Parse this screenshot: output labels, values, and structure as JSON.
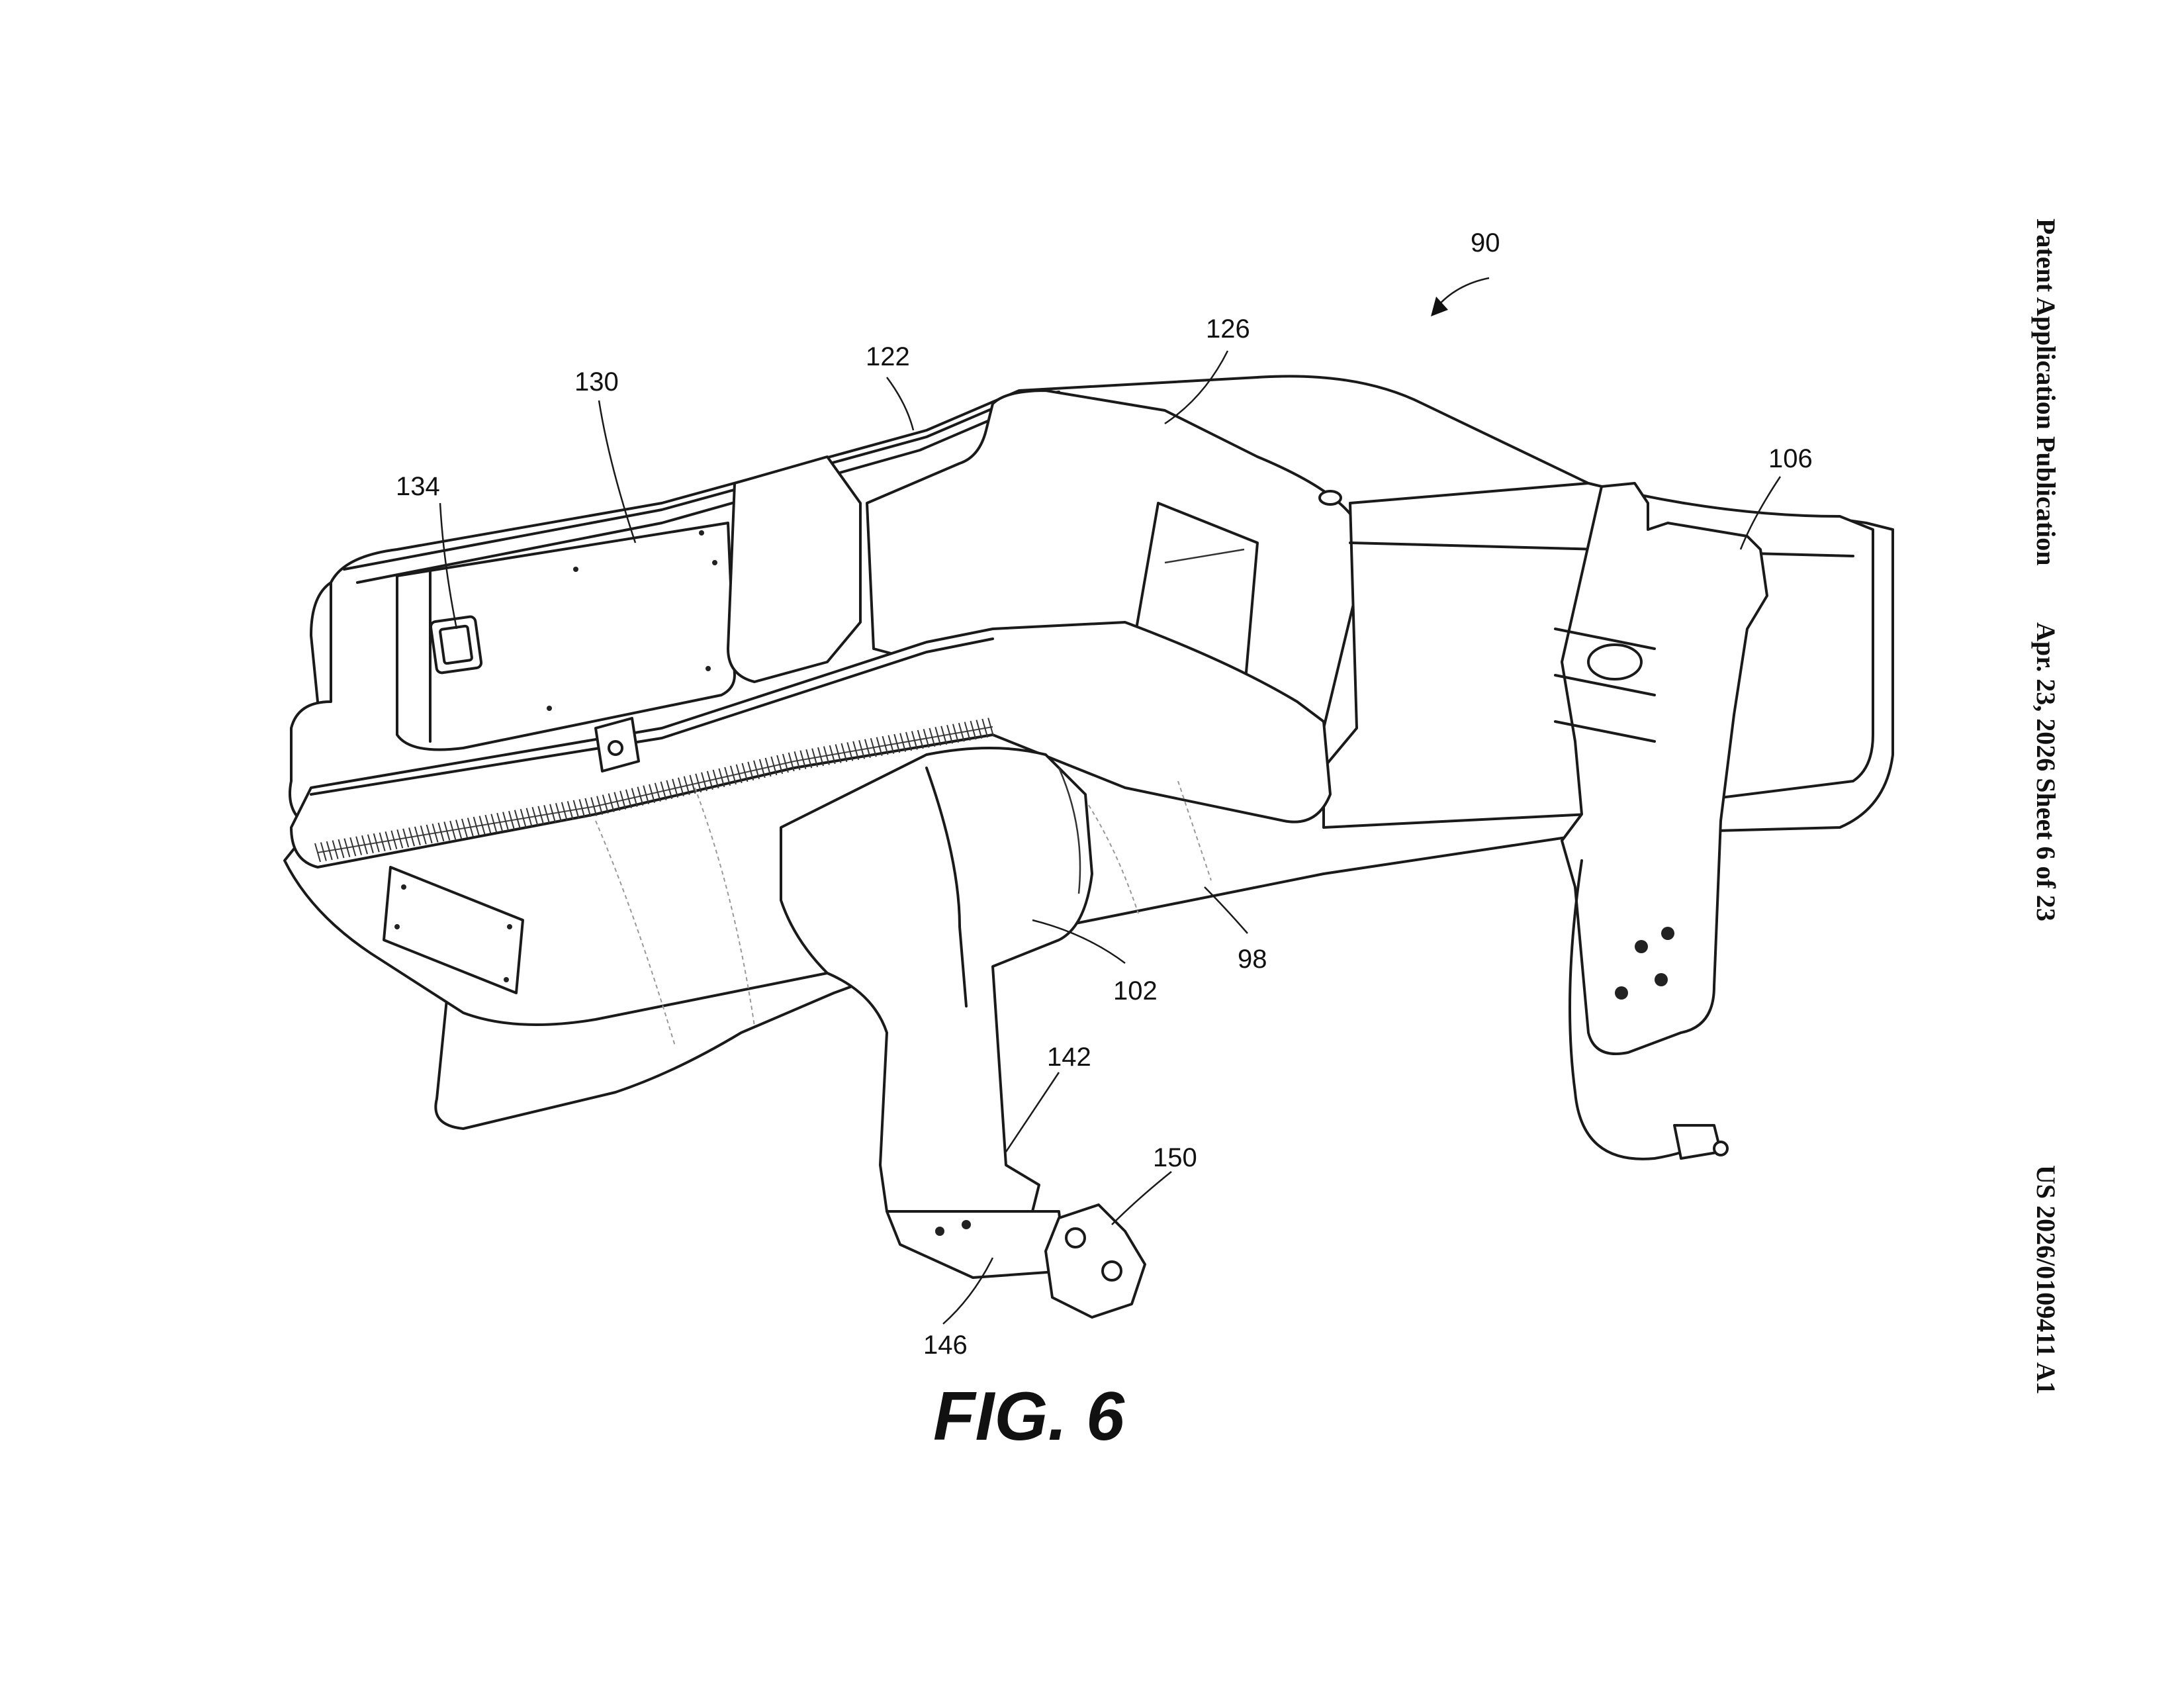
{
  "header": {
    "publication_type": "Patent Application Publication",
    "date_sheet": "Apr. 23, 2026  Sheet 6 of 23",
    "publication_number": "US 2026/0109411 A1"
  },
  "figure": {
    "caption": "FIG. 6",
    "reference_numerals": {
      "r90": "90",
      "r126": "126",
      "r122": "122",
      "r130": "130",
      "r134": "134",
      "r106": "106",
      "r98": "98",
      "r102": "102",
      "r142": "142",
      "r150": "150",
      "r146": "146"
    }
  }
}
